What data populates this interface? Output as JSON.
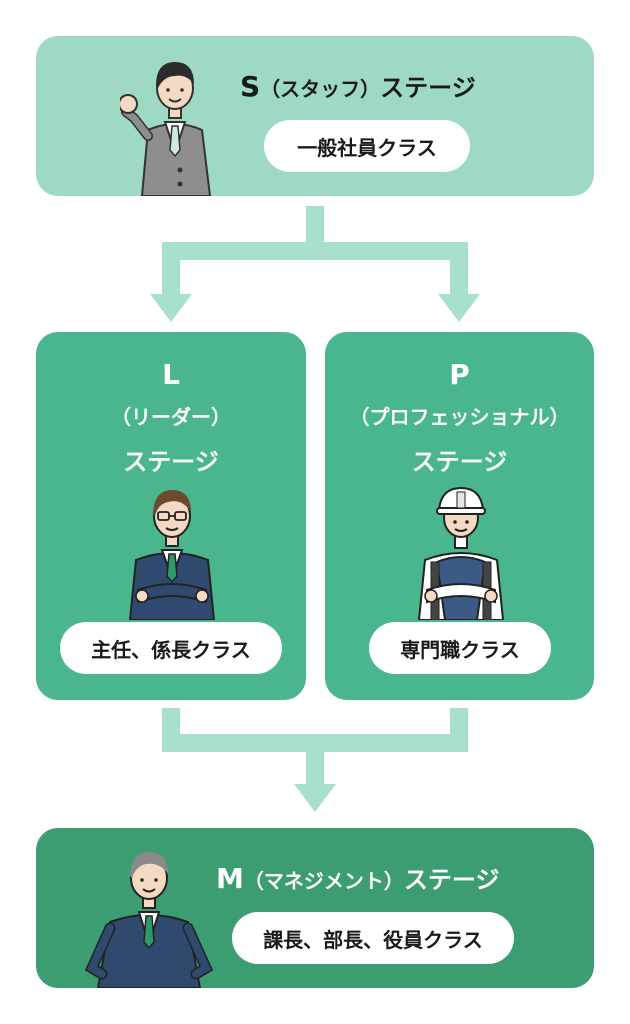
{
  "colors": {
    "staff_bg": "#9dd9c3",
    "lp_bg": "#49b68d",
    "management_bg": "#3d9d72",
    "connector": "#a7e0cb"
  },
  "stages": {
    "staff": {
      "letter": "S",
      "paren": "（スタッフ）",
      "suffix": "ステージ",
      "class_label": "一般社員クラス"
    },
    "leader": {
      "letter": "L",
      "paren": "（リーダー）",
      "suffix": "ステージ",
      "class_label": "主任、係長クラス"
    },
    "professional": {
      "letter": "P",
      "paren": "（プロフェッショナル）",
      "suffix": "ステージ",
      "class_label": "専門職クラス"
    },
    "management": {
      "letter": "M",
      "paren": "（マネジメント）",
      "suffix": "ステージ",
      "class_label": "課長、部長、役員クラス"
    }
  }
}
